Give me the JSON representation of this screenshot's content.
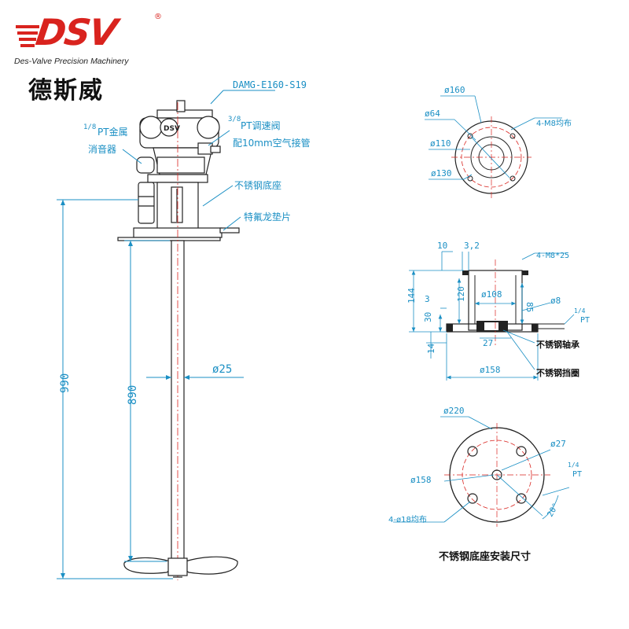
{
  "logo": {
    "brand": "DSV",
    "registered": "®",
    "tagline": "Des-Valve Precision Machinery",
    "chinese_name": "德斯威"
  },
  "main": {
    "model": "DAMG-E160-S19",
    "muffler_fraction": "1/8",
    "muffler_label_1": "PT金属",
    "muffler_label_2": "消音器",
    "valve_fraction": "3/8",
    "valve_label_1": "PT调速阀",
    "valve_label_2": "配10mm空气接管",
    "base_label": "不锈钢底座",
    "gasket_label": "特氟龙垫片",
    "shaft_dia": "ø25",
    "total_length": "990",
    "shaft_length": "890",
    "motor_badge": "DSV"
  },
  "top_view": {
    "d160": "ø160",
    "d64": "ø64",
    "d110": "ø110",
    "d130": "ø130",
    "holes": "4-M8均布"
  },
  "section_view": {
    "dim_10": "10",
    "dim_3_2": "3,2",
    "holes": "4-M8*25",
    "dim_144": "144",
    "dim_3": "3",
    "dim_120": "120",
    "d108": "ø108",
    "dim_85": "85",
    "d8": "ø8",
    "fraction": "1/4",
    "pt": "PT",
    "dim_30": "30",
    "dim_27": "27",
    "dim_14": "14",
    "d158": "ø158",
    "bearing_label": "不锈钢轴承",
    "retainer_label": "不锈钢挡圈"
  },
  "base_view": {
    "d220": "ø220",
    "d27": "ø27",
    "d158": "ø158",
    "fraction": "1/4",
    "pt": "PT",
    "holes": "4-ø18均布",
    "angle": "20°",
    "caption": "不锈钢底座安装尺寸"
  }
}
